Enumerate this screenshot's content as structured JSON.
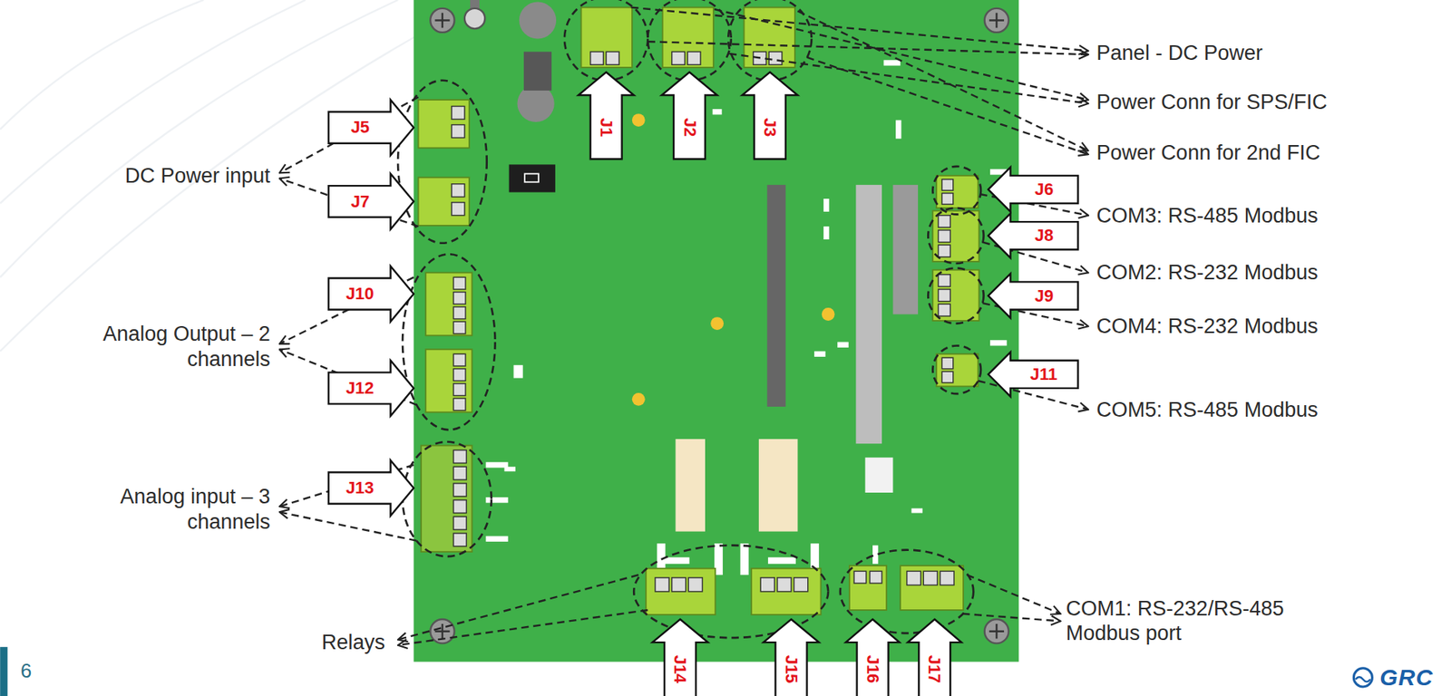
{
  "diagram": {
    "labels": [
      "Panel - DC Power",
      "Power Conn for SPS/FIC",
      "Power Conn for 2nd FIC",
      "COM3: RS-485 Modbus",
      "COM2: RS-232 Modbus",
      "COM4: RS-232 Modbus",
      "COM5: RS-485 Modbus",
      "DC Power input",
      "Analog Output – 2 channels",
      "Analog input – 3 channels",
      "Relays",
      "COM1: RS-232/RS-485 Modbus port",
      "J1",
      "J2",
      "J3",
      "J5",
      "J7",
      "J6",
      "J8",
      "J9",
      "J11",
      "J10",
      "J12",
      "J13",
      "J14",
      "J15",
      "J16",
      "J17",
      "6",
      "GRC"
    ]
  }
}
